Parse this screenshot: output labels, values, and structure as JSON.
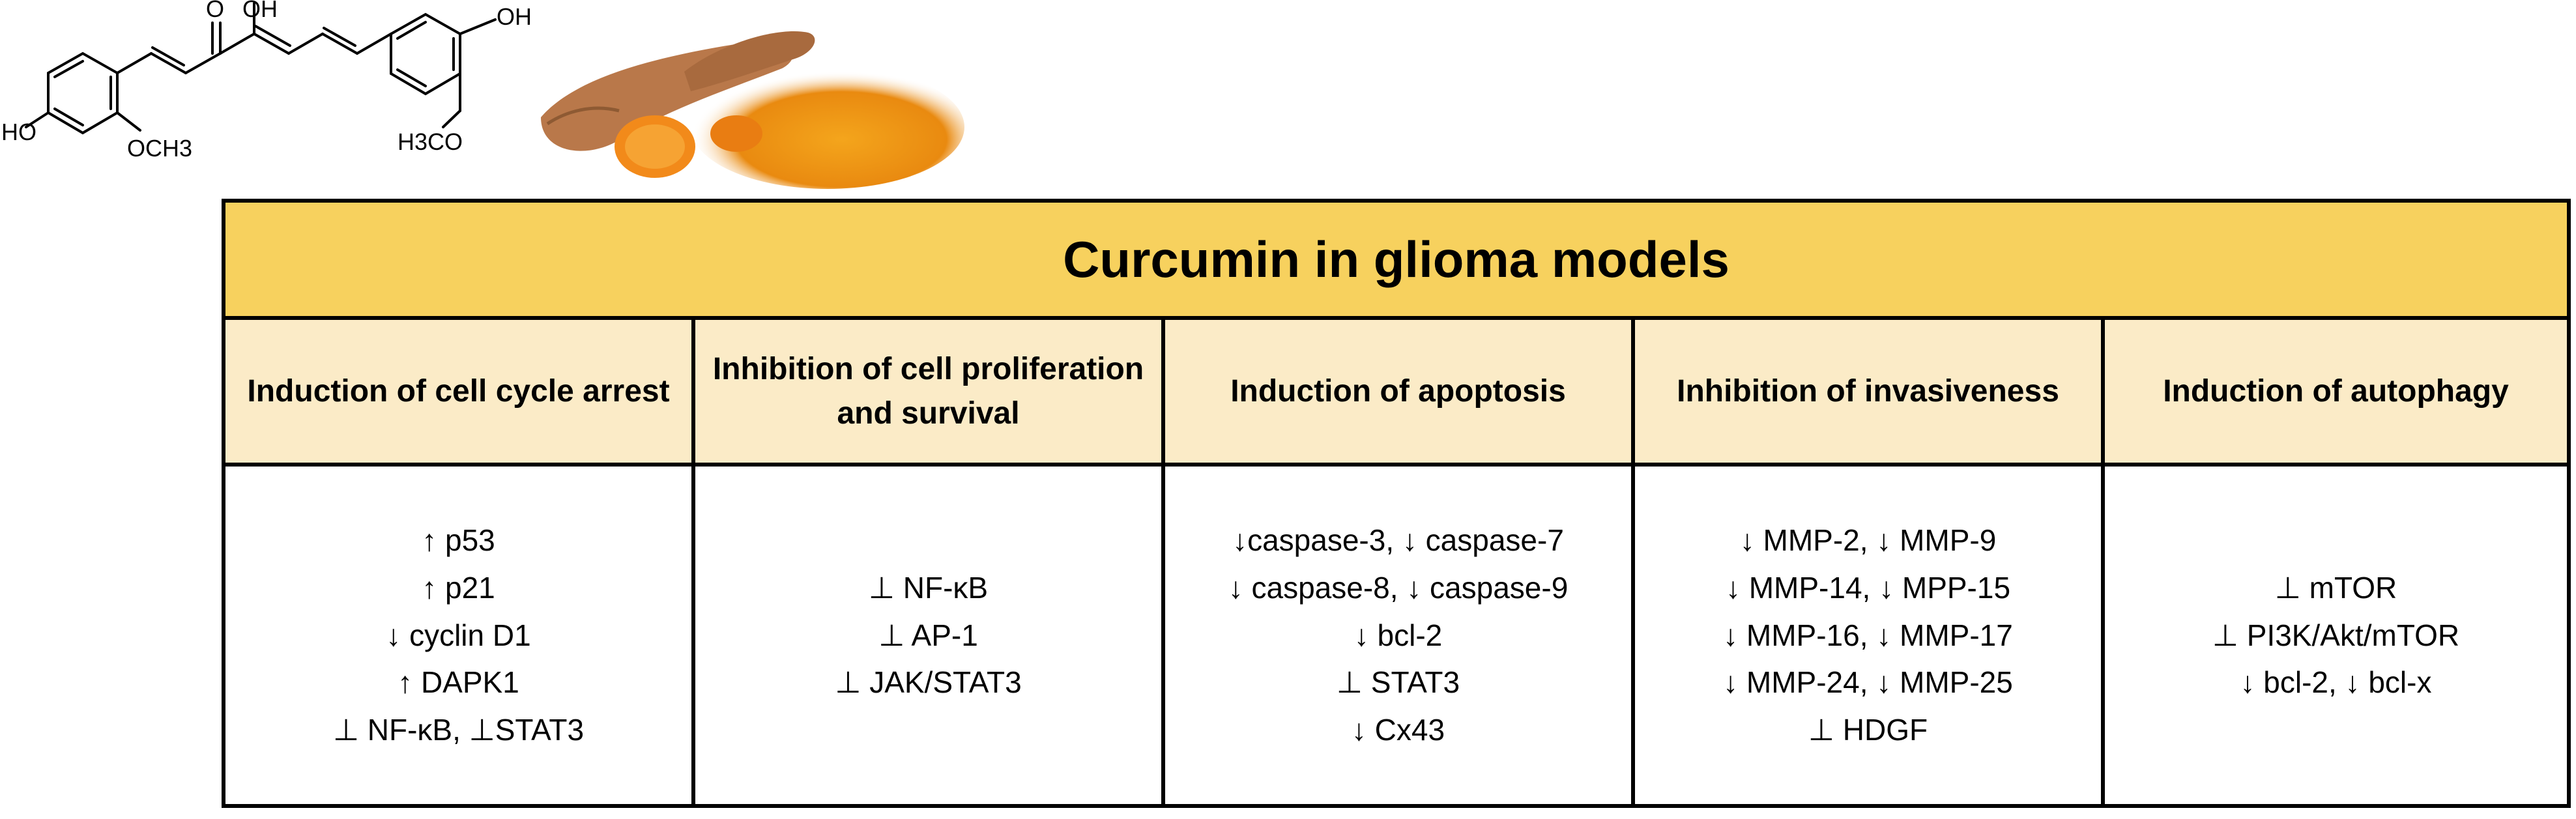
{
  "structure_labels": {
    "hydroxyl_top": "OH",
    "hydroxyl_right": "OH",
    "hydroxyl_left": "HO",
    "carbonyl": "O",
    "methoxy_right": "H3CO",
    "methoxy_left": "OCH3"
  },
  "table": {
    "title": "Curcumin in glioma models",
    "columns": [
      {
        "header": "Induction of cell cycle arrest",
        "items": [
          "↑ p53",
          "↑ p21",
          "↓ cyclin D1",
          "↑ DAPK1",
          "⊥ NF-κB, ⊥STAT3"
        ]
      },
      {
        "header": "Inhibition of cell proliferation and survival",
        "items": [
          "⊥  NF-κB",
          "⊥ AP-1",
          "⊥ JAK/STAT3"
        ]
      },
      {
        "header": "Induction of apoptosis",
        "items": [
          "↓caspase-3, ↓ caspase-7",
          "↓ caspase-8, ↓ caspase-9",
          "↓ bcl-2",
          "⊥ STAT3",
          "↓ Cx43"
        ]
      },
      {
        "header": "Inhibition of invasiveness",
        "items": [
          "↓ MMP-2, ↓ MMP-9",
          "↓ MMP-14, ↓ MPP-15",
          "↓ MMP-16, ↓ MMP-17",
          "↓ MMP-24, ↓ MMP-25",
          "⊥ HDGF"
        ]
      },
      {
        "header": "Induction of autophagy",
        "items": [
          "⊥ mTOR",
          "⊥ PI3K/Akt/mTOR",
          "↓ bcl-2,  ↓ bcl-x"
        ]
      }
    ]
  }
}
